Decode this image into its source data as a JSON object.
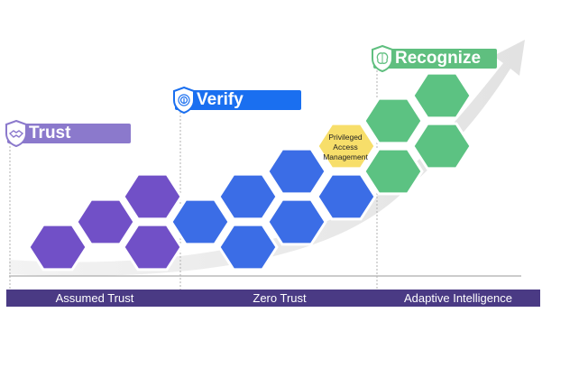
{
  "stages": [
    {
      "label": "Trust",
      "color": "#8b79cc"
    },
    {
      "label": "Verify",
      "color": "#1a6ff0"
    },
    {
      "label": "Recognize",
      "color": "#5fbf7f"
    }
  ],
  "highlight": {
    "label": "Privileged Access Management",
    "lines": [
      "Privileged",
      "Access",
      "Management"
    ],
    "color": "#f7de6a"
  },
  "phases": [
    "Assumed Trust",
    "Zero Trust",
    "Adaptive Intelligence"
  ],
  "colors": {
    "trust_hex": "#7150c7",
    "verify_hex": "#3b6de6",
    "recognize_hex": "#5cc282",
    "bar": "#4a3a84",
    "arrow": "#e8e8e8"
  },
  "icons": [
    "handshake-icon",
    "fingerprint-icon",
    "brain-icon"
  ]
}
